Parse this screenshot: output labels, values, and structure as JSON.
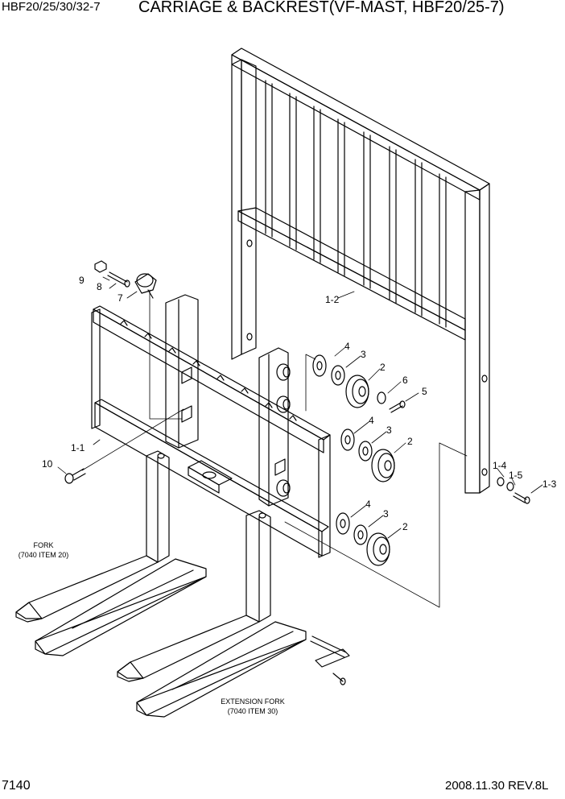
{
  "header": {
    "model": "HBF20/25/30/32-7",
    "title": "CARRIAGE & BACKREST(VF-MAST, HBF20/25-7)"
  },
  "footer": {
    "page_number": "7140",
    "revision": "2008.11.30  REV.8L"
  },
  "callouts": {
    "c1_1": "1-1",
    "c1_2": "1-2",
    "c1_3": "1-3",
    "c1_4": "1-4",
    "c1_5": "1-5",
    "c2a": "2",
    "c2b": "2",
    "c2c": "2",
    "c3a": "3",
    "c3b": "3",
    "c3c": "3",
    "c4a": "4",
    "c4b": "4",
    "c4c": "4",
    "c5": "5",
    "c6": "6",
    "c7": "7",
    "c8": "8",
    "c9": "9",
    "c10": "10"
  },
  "notes": {
    "fork_label": "FORK",
    "fork_ref": "(7040 ITEM 20)",
    "ext_label": "EXTENSION FORK",
    "ext_ref": "(7040 ITEM 30)"
  }
}
